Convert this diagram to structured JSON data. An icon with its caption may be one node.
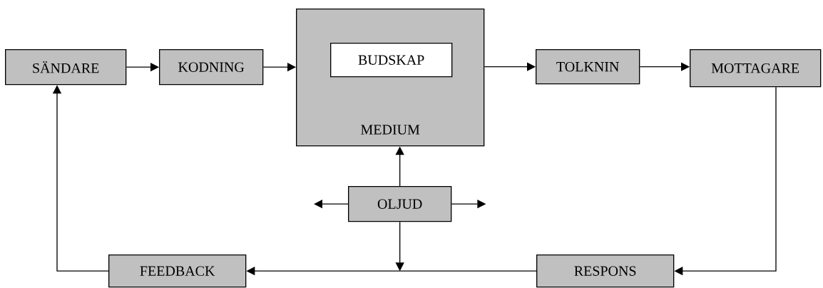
{
  "diagram": {
    "nodes": [
      {
        "text": [
          "SÄNDARE"
        ]
      },
      {
        "text": [
          "KODNING"
        ]
      },
      {
        "text": [
          "MEDIUM"
        ]
      },
      {
        "text": [
          "BUDSKAP"
        ],
        "in": 2
      },
      {
        "text": [
          "TOLKNIN"
        ]
      },
      {
        "text": [
          "MOTTAGARE"
        ]
      },
      {
        "text": [
          "OLJUD"
        ]
      },
      {
        "text": [
          "FEEDBACK"
        ]
      },
      {
        "text": [
          "RESPONS"
        ]
      }
    ],
    "edges": [
      {
        "from": 0,
        "to": 1,
        "arrow": "to"
      },
      {
        "from": 1,
        "to": 2,
        "arrow": "to"
      },
      {
        "from": 2,
        "to": 4,
        "arrow": "to"
      },
      {
        "from": 4,
        "to": 5,
        "arrow": "to"
      },
      {
        "from": 5,
        "to": 8,
        "arrow": "to"
      },
      {
        "from": 8,
        "to": 7,
        "arrow": "to"
      },
      {
        "from": 7,
        "to": 0,
        "arrow": "to"
      },
      {
        "from": 6,
        "to": 2,
        "arrow": "to"
      },
      {
        "from": 6,
        "to": null,
        "arrow": "to"
      },
      {
        "from": 6,
        "to": null,
        "arrow": "to"
      },
      {
        "from": 6,
        "to": null,
        "arrow": "to"
      }
    ]
  }
}
